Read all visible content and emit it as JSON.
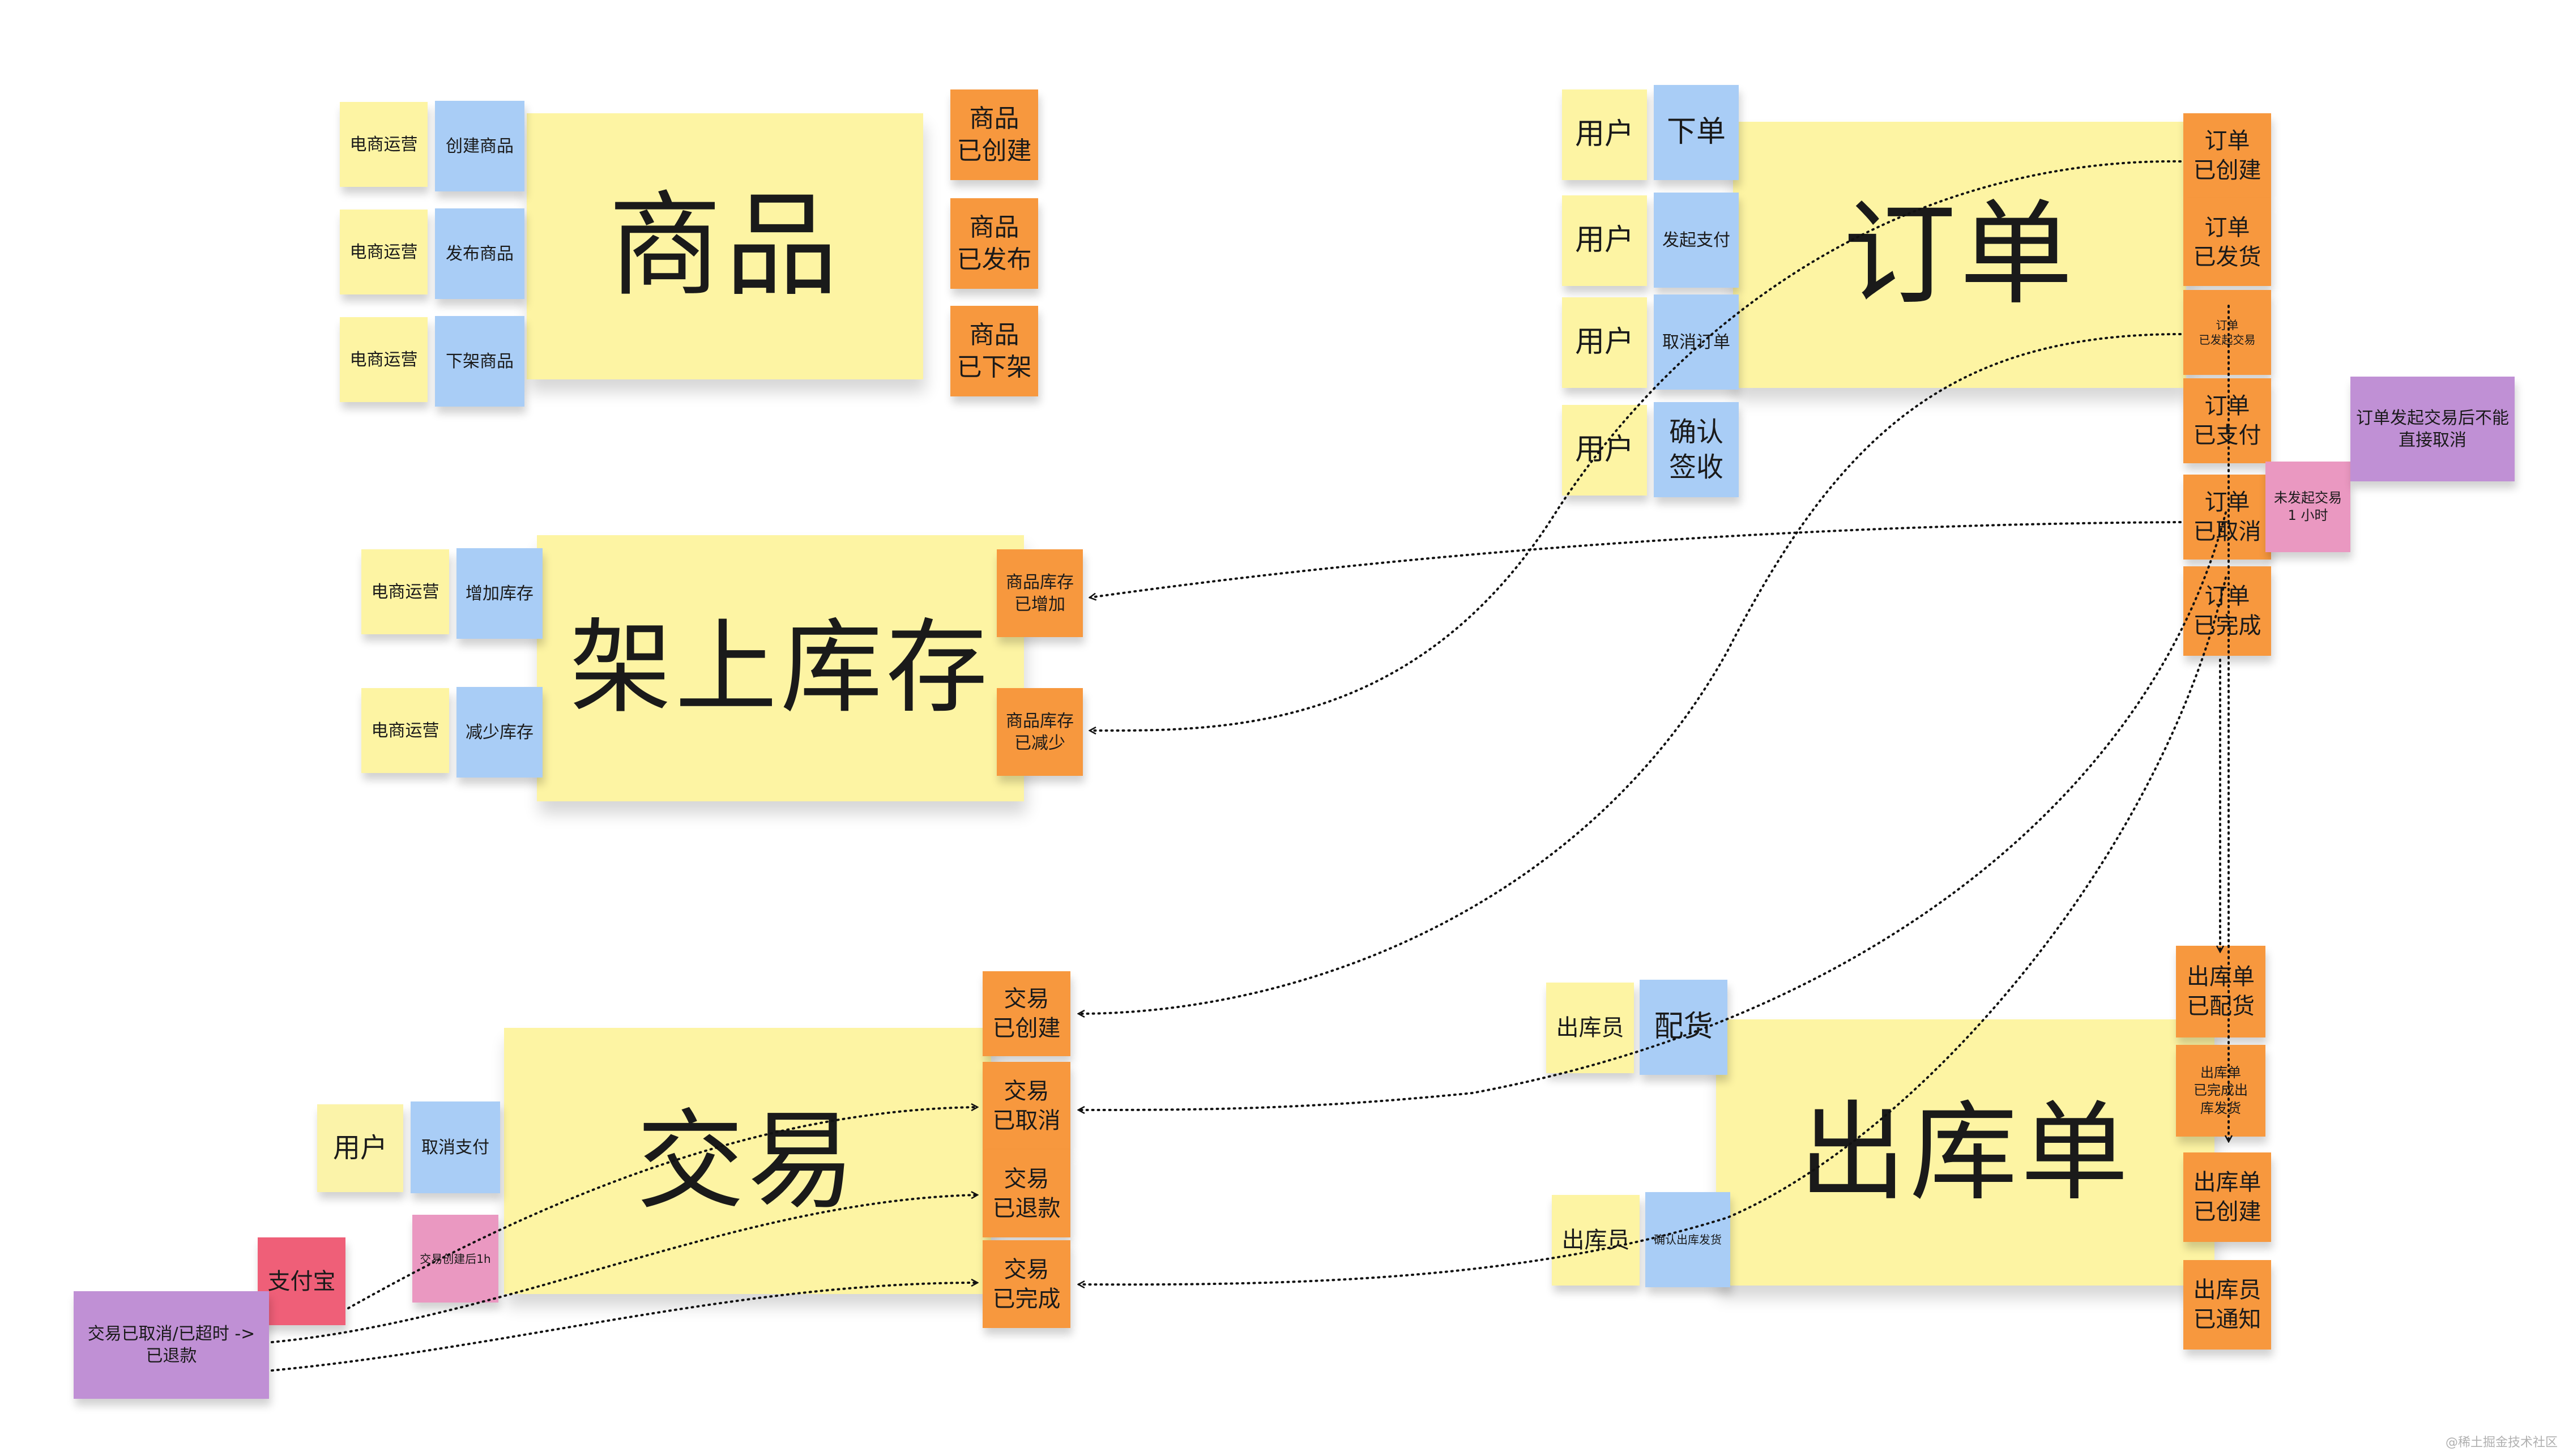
{
  "notes": [
    {
      "id": "product",
      "text": "商品",
      "color": "yellow",
      "kind": "aggregate"
    },
    {
      "id": "p-op1",
      "text": "电商运营",
      "color": "yellow",
      "kind": "actor"
    },
    {
      "id": "p-cmd1",
      "text": "创建商品",
      "color": "blue",
      "kind": "command"
    },
    {
      "id": "p-op2",
      "text": "电商运营",
      "color": "yellow",
      "kind": "actor"
    },
    {
      "id": "p-cmd2",
      "text": "发布商品",
      "color": "blue",
      "kind": "command"
    },
    {
      "id": "p-op3",
      "text": "电商运营",
      "color": "yellow",
      "kind": "actor"
    },
    {
      "id": "p-cmd3",
      "text": "下架商品",
      "color": "blue",
      "kind": "command"
    },
    {
      "id": "p-ev1",
      "text": "商品\n已创建",
      "color": "orange",
      "kind": "event"
    },
    {
      "id": "p-ev2",
      "text": "商品\n已发布",
      "color": "orange",
      "kind": "event"
    },
    {
      "id": "p-ev3",
      "text": "商品\n已下架",
      "color": "orange",
      "kind": "event"
    },
    {
      "id": "stock",
      "text": "架上库存",
      "color": "yellow",
      "kind": "aggregate"
    },
    {
      "id": "s-op1",
      "text": "电商运营",
      "color": "yellow",
      "kind": "actor"
    },
    {
      "id": "s-cmd1",
      "text": "增加库存",
      "color": "blue",
      "kind": "command"
    },
    {
      "id": "s-op2",
      "text": "电商运营",
      "color": "yellow",
      "kind": "actor"
    },
    {
      "id": "s-cmd2",
      "text": "减少库存",
      "color": "blue",
      "kind": "command"
    },
    {
      "id": "s-ev1",
      "text": "商品库存\n已增加",
      "color": "orange",
      "kind": "event"
    },
    {
      "id": "s-ev2",
      "text": "商品库存\n已减少",
      "color": "orange",
      "kind": "event"
    },
    {
      "id": "order",
      "text": "订单",
      "color": "yellow",
      "kind": "aggregate"
    },
    {
      "id": "o-u1",
      "text": "用户",
      "color": "yellow",
      "kind": "actor"
    },
    {
      "id": "o-cmd1",
      "text": "下单",
      "color": "blue",
      "kind": "command"
    },
    {
      "id": "o-u2",
      "text": "用户",
      "color": "yellow",
      "kind": "actor"
    },
    {
      "id": "o-cmd2",
      "text": "发起支付",
      "color": "blue",
      "kind": "command"
    },
    {
      "id": "o-u3",
      "text": "用户",
      "color": "yellow",
      "kind": "actor"
    },
    {
      "id": "o-cmd3",
      "text": "取消订单",
      "color": "blue",
      "kind": "command"
    },
    {
      "id": "o-u4",
      "text": "用户",
      "color": "yellow",
      "kind": "actor"
    },
    {
      "id": "o-cmd4",
      "text": "确认\n签收",
      "color": "blue",
      "kind": "command"
    },
    {
      "id": "o-ev1",
      "text": "订单\n已创建",
      "color": "orange",
      "kind": "event"
    },
    {
      "id": "o-ev2",
      "text": "订单\n已发货",
      "color": "orange",
      "kind": "event"
    },
    {
      "id": "o-ev3",
      "text": "订单\n已发起交易",
      "color": "orange",
      "kind": "event"
    },
    {
      "id": "o-ev4",
      "text": "订单\n已支付",
      "color": "orange",
      "kind": "event"
    },
    {
      "id": "o-ev5",
      "text": "订单\n已取消",
      "color": "orange",
      "kind": "event"
    },
    {
      "id": "o-ev6",
      "text": "订单\n已完成",
      "color": "orange",
      "kind": "event"
    },
    {
      "id": "o-policy",
      "text": "未发起交易\n1 小时",
      "color": "pink",
      "kind": "policy"
    },
    {
      "id": "o-rule",
      "text": "订单发起交易后不能\n直接取消",
      "color": "purple",
      "kind": "rule"
    },
    {
      "id": "trade",
      "text": "交易",
      "color": "yellow",
      "kind": "aggregate"
    },
    {
      "id": "t-u1",
      "text": "用户",
      "color": "ltyellow",
      "kind": "actor"
    },
    {
      "id": "t-cmd1",
      "text": "取消支付",
      "color": "blue",
      "kind": "command"
    },
    {
      "id": "t-policy",
      "text": "交易创建后1h",
      "color": "pink",
      "kind": "policy"
    },
    {
      "id": "t-ext",
      "text": "支付宝",
      "color": "red",
      "kind": "external"
    },
    {
      "id": "t-rule",
      "text": "交易已取消/已超时 ->\n已退款",
      "color": "purple",
      "kind": "rule"
    },
    {
      "id": "t-ev1",
      "text": "交易\n已创建",
      "color": "orange",
      "kind": "event"
    },
    {
      "id": "t-ev2",
      "text": "交易\n已取消",
      "color": "orange",
      "kind": "event"
    },
    {
      "id": "t-ev3",
      "text": "交易\n已退款",
      "color": "orange",
      "kind": "event"
    },
    {
      "id": "t-ev4",
      "text": "交易\n已完成",
      "color": "orange",
      "kind": "event"
    },
    {
      "id": "delivery",
      "text": "出库单",
      "color": "yellow",
      "kind": "aggregate"
    },
    {
      "id": "d-u1",
      "text": "出库员",
      "color": "yellow",
      "kind": "actor"
    },
    {
      "id": "d-cmd1",
      "text": "配货",
      "color": "blue",
      "kind": "command"
    },
    {
      "id": "d-u2",
      "text": "出库员",
      "color": "yellow",
      "kind": "actor"
    },
    {
      "id": "d-cmd2",
      "text": "确认出库发货",
      "color": "blue",
      "kind": "command"
    },
    {
      "id": "d-ev1",
      "text": "出库单\n已配货",
      "color": "orange",
      "kind": "event"
    },
    {
      "id": "d-ev2",
      "text": "出库单\n已完成出\n库发货",
      "color": "orange",
      "kind": "event"
    },
    {
      "id": "d-ev3",
      "text": "出库单\n已创建",
      "color": "orange",
      "kind": "event"
    },
    {
      "id": "d-ev4",
      "text": "出库员\n已通知",
      "color": "orange",
      "kind": "event"
    }
  ],
  "watermark": "@稀土掘金技术社区"
}
